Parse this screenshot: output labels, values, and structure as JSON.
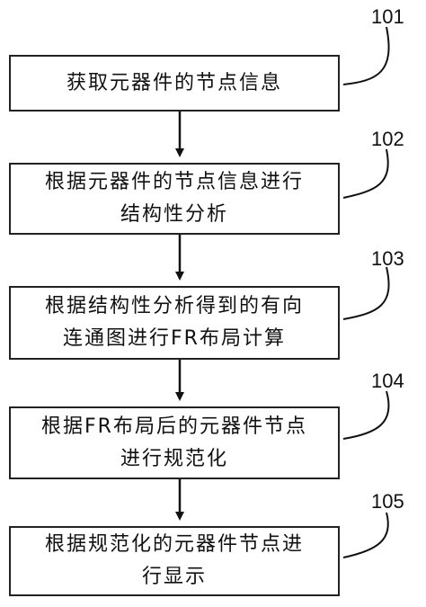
{
  "steps": [
    {
      "ref": "101",
      "text": "获取元器件的节点信息"
    },
    {
      "ref": "102",
      "text": "根据元器件的节点信息进行\n结构性分析"
    },
    {
      "ref": "103",
      "text": "根据结构性分析得到的有向\n连通图进行FR布局计算"
    },
    {
      "ref": "104",
      "text": "根据FR布局后的元器件节点\n进行规范化"
    },
    {
      "ref": "105",
      "text": "根据规范化的元器件节点进\n行显示"
    }
  ],
  "colors": {
    "stroke": "#222222",
    "text": "#111111",
    "background": "#ffffff"
  }
}
